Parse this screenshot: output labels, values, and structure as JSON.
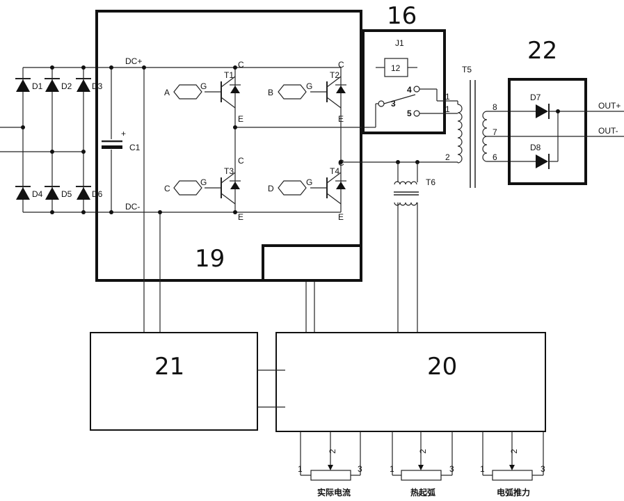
{
  "blocks": {
    "b19": "19",
    "b16": "16",
    "b22": "22",
    "b21": "21",
    "b20": "20"
  },
  "rectifier": {
    "diodes": [
      "D1",
      "D2",
      "D3",
      "D4",
      "D5",
      "D6"
    ],
    "capacitor": "C1",
    "plus": "+"
  },
  "bridge": {
    "dc_plus": "DC+",
    "dc_minus": "DC-",
    "transistors": [
      "T1",
      "T2",
      "T3",
      "T4"
    ],
    "gates": [
      "A",
      "B",
      "C",
      "D"
    ],
    "gate_pin": "G",
    "collector": "C",
    "emitter": "E"
  },
  "relay": {
    "name": "J1",
    "coil": "12",
    "pins": [
      "3",
      "4",
      "5"
    ]
  },
  "transformer": {
    "main": "T5",
    "current": "T6",
    "primary_pins": [
      "1",
      "2"
    ],
    "secondary_pins": [
      "8",
      "7",
      "6"
    ]
  },
  "output": {
    "diodes": [
      "D7",
      "D8"
    ],
    "out_plus": "OUT+",
    "out_minus": "OUT-"
  },
  "pots": [
    {
      "pins": [
        "1",
        "2",
        "3"
      ],
      "label": "实际电流"
    },
    {
      "pins": [
        "1",
        "2",
        "3"
      ],
      "label": "热起弧"
    },
    {
      "pins": [
        "1",
        "2",
        "3"
      ],
      "label": "电弧推力"
    }
  ]
}
